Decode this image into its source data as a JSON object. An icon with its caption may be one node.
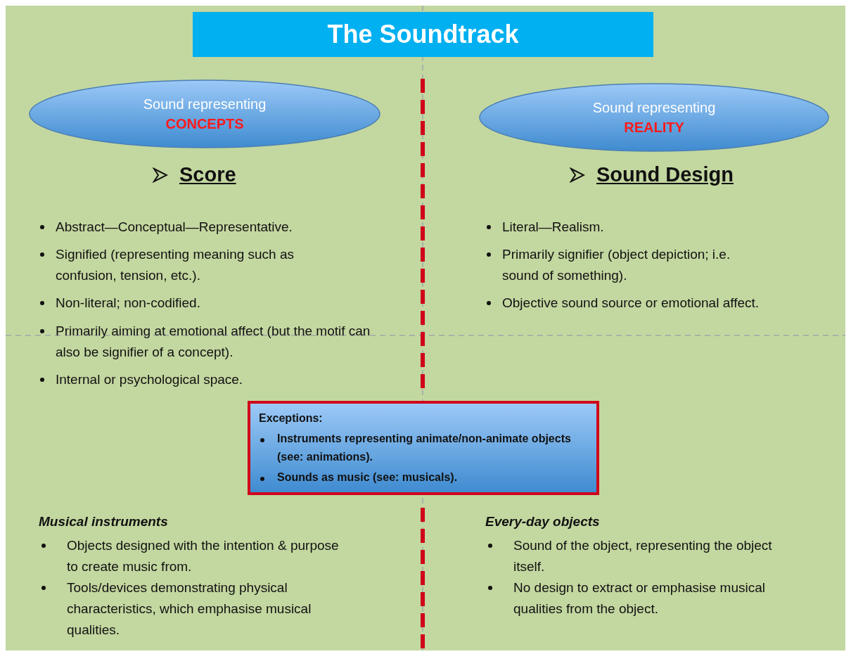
{
  "diagram": {
    "title": "The Soundtrack",
    "nodes": [
      {
        "text": [
          "Sound representing",
          "CONCEPTS"
        ]
      },
      {
        "text": [
          "Sound representing",
          "REALITY"
        ]
      },
      {
        "text": [
          "Exceptions:",
          "Instruments representing animate/non-animate objects (see: animations).",
          "Sounds as music (see: musicals)."
        ]
      }
    ],
    "labels": [
      "Score",
      "Abstract—Conceptual—Representative.",
      "Signified (representing meaning such as confusion, tension, etc.).",
      "Non-literal; non-codified.",
      "Primarily aiming at emotional affect (but the motif can also be signifier of a concept).",
      "Internal or psychological space.",
      "Sound Design",
      "Literal—Realism.",
      "Primarily signifier (object depiction; i.e. sound of something).",
      "Objective sound source or emotional affect.",
      "Musical instruments",
      "Objects designed with the intention & purpose to create music from.",
      "Tools/devices demonstrating physical characteristics, which emphasise musical qualities.",
      "Every-day objects",
      "Sound of the object, representing the object itself.",
      "No design to extract or emphasise musical qualities from the object."
    ]
  }
}
